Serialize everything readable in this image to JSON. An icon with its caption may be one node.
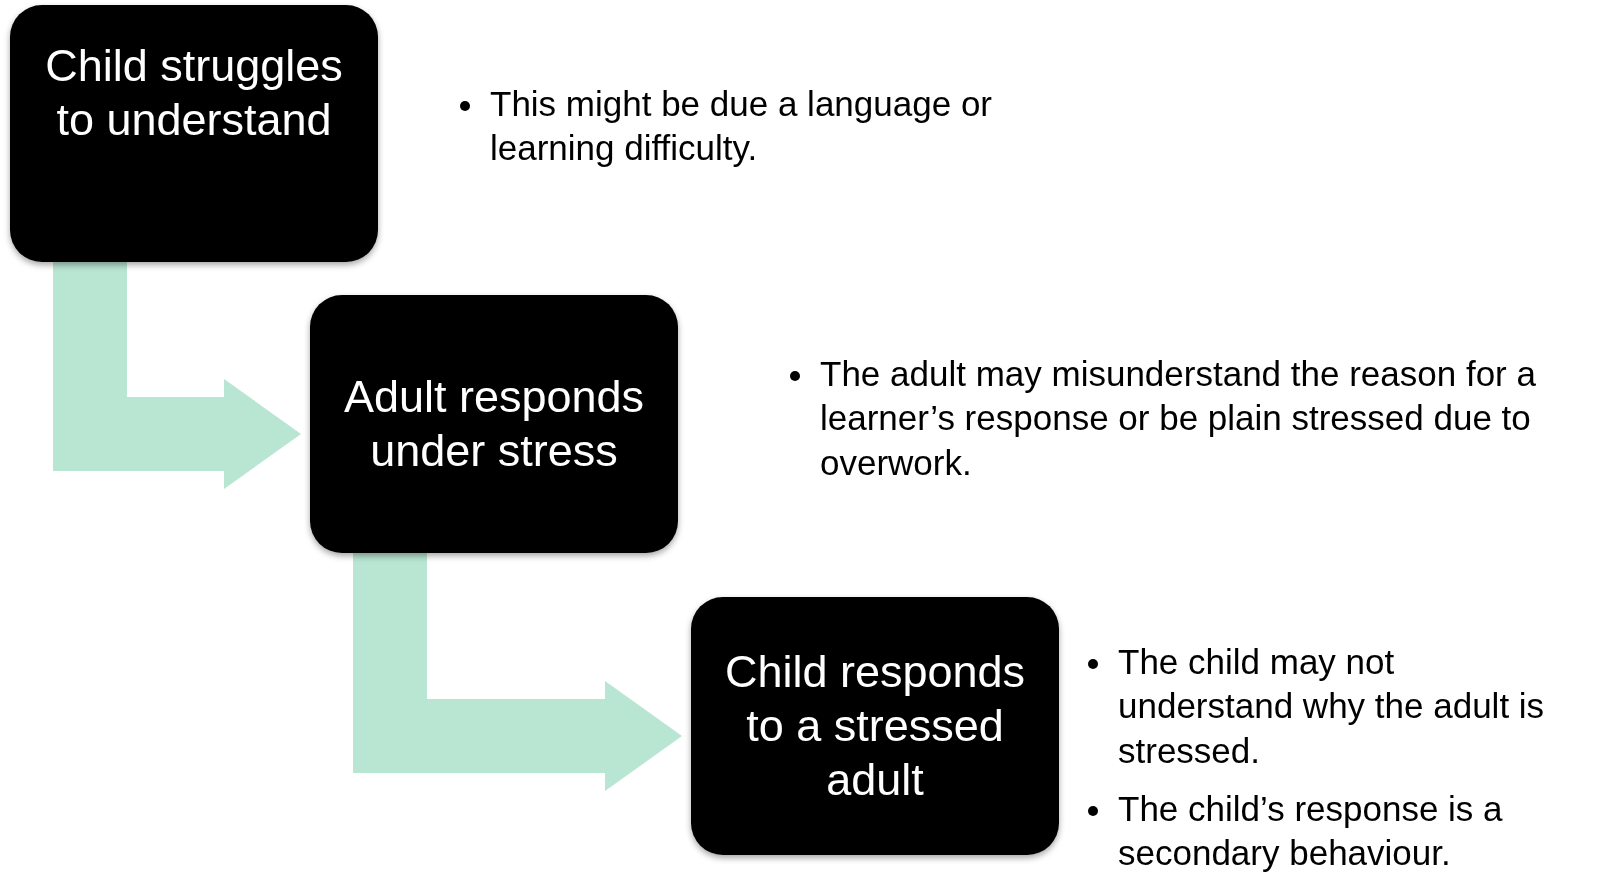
{
  "diagram": {
    "nodes": [
      {
        "text": [
          "Child struggles to understand"
        ]
      },
      {
        "text": [
          "Adult responds under stress"
        ]
      },
      {
        "text": [
          "Child responds to a stressed adult"
        ]
      }
    ],
    "edges": [
      {
        "from": 0,
        "to": 1,
        "arrow": "to"
      },
      {
        "from": 1,
        "to": 2,
        "arrow": "to"
      }
    ],
    "labels": [
      "This might be due a language or learning difficulty.",
      "The adult may misunderstand the reason for a learner’s response or be plain stressed due to overwork.",
      "The child may not understand why the adult is stressed.",
      "The child’s response is a secondary behaviour."
    ]
  }
}
